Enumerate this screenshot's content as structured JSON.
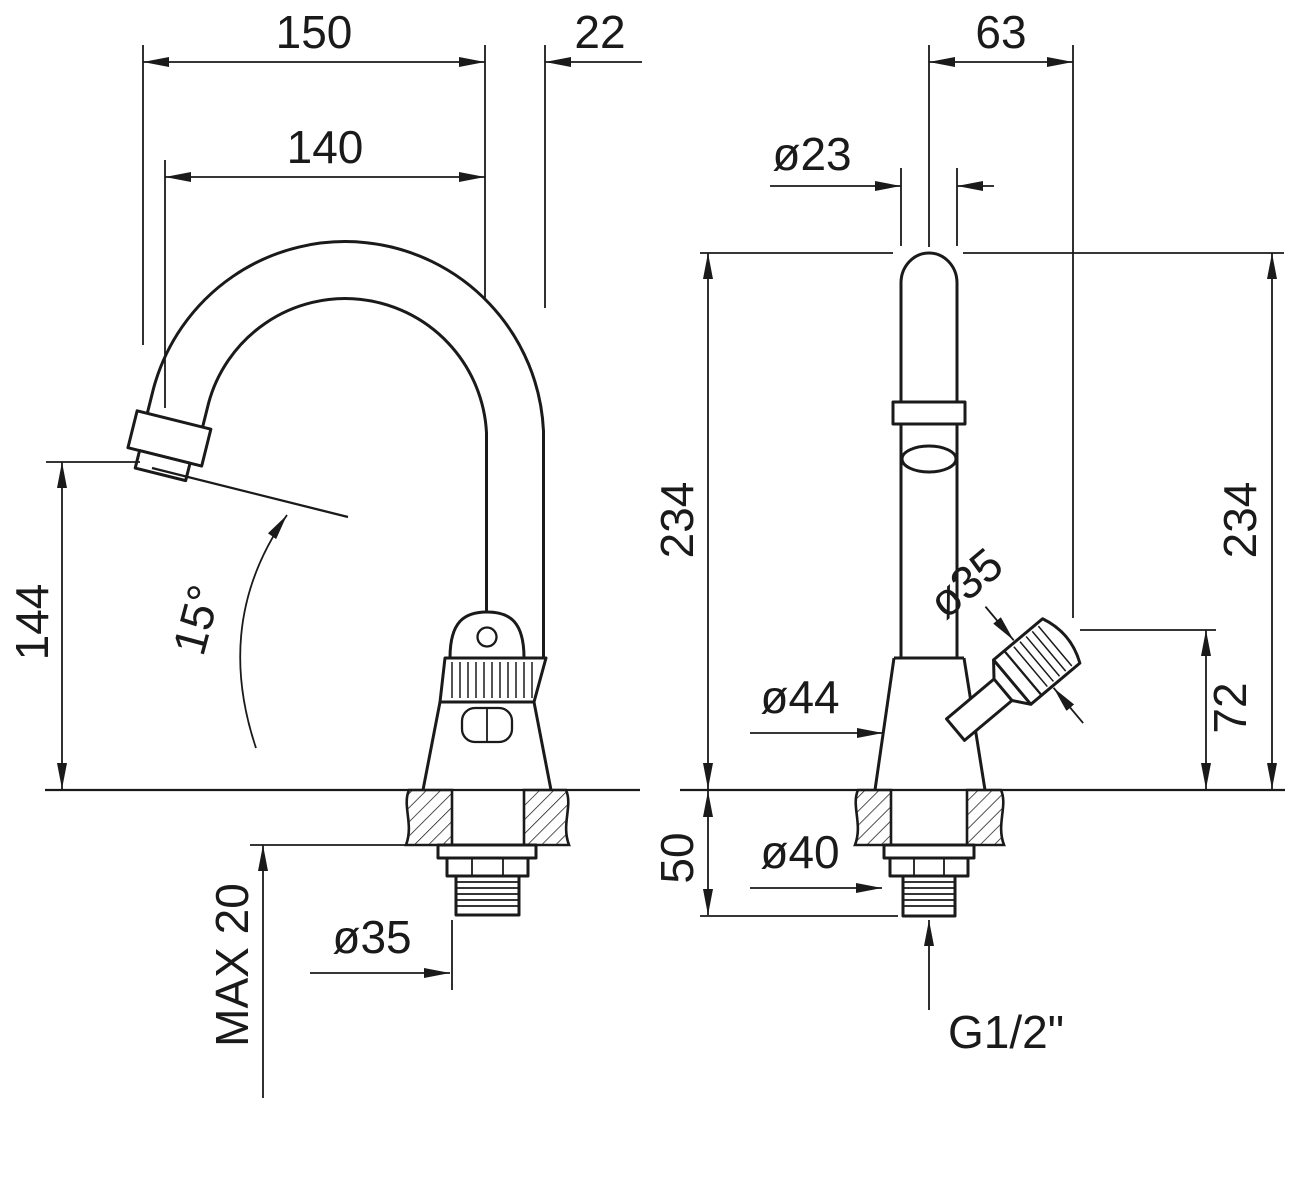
{
  "colors": {
    "line": "#1a1a1a",
    "background": "#ffffff"
  },
  "views": {
    "front": {
      "dims": {
        "w150": "150",
        "d22": "22",
        "r140": "140",
        "h144": "144",
        "a15": "15°",
        "max20": "MAX 20",
        "hole35": "ø35"
      }
    },
    "side": {
      "dims": {
        "off63": "63",
        "p23": "ø23",
        "h234l": "234",
        "h234r": "234",
        "k35": "ø35",
        "b44": "ø44",
        "h72": "72",
        "s50": "50",
        "n40": "ø40",
        "g12": "G1/2\""
      }
    }
  }
}
